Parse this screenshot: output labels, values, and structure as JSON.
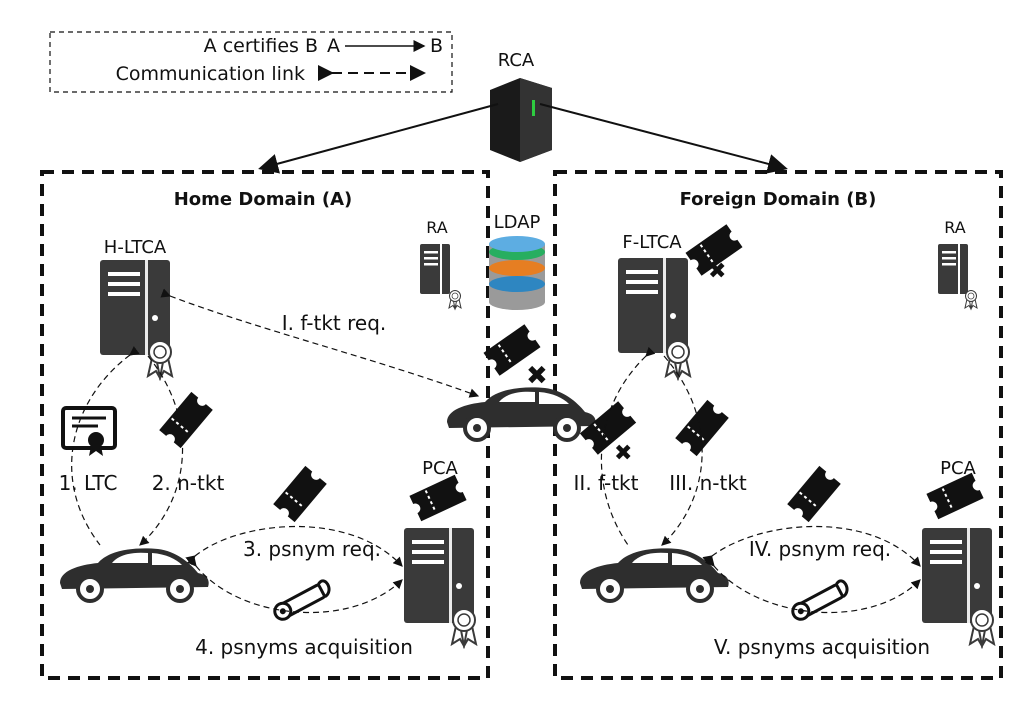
{
  "legend": {
    "certifies_text": "A certifies B",
    "certifies_a": "A",
    "certifies_b": "B",
    "link_text": "Communication link"
  },
  "rca": {
    "label": "RCA"
  },
  "home": {
    "title": "Home Domain (A)",
    "ltca": "H-LTCA",
    "ra": "RA",
    "pca": "PCA",
    "step1": "1. LTC",
    "step2": "2. n-tkt",
    "step3": "3. psnym req.",
    "step4": "4. psnyms acquisition"
  },
  "ldap": {
    "label": "LDAP"
  },
  "roaming": {
    "ftkt_req": "I. f-tkt req."
  },
  "foreign": {
    "title": "Foreign Domain (B)",
    "ltca": "F-LTCA",
    "ra": "RA",
    "pca": "PCA",
    "step2": "II. f-tkt",
    "step3": "III. n-tkt",
    "step4": "IV. psnym req.",
    "step5": "V. psnyms acquisition"
  },
  "colors": {
    "ink": "#111111",
    "device": "#3a3a3a",
    "accent": "#2ecc40"
  },
  "icons": [
    "server-icon",
    "database-icon",
    "car-icon",
    "ticket-icon",
    "certificate-icon",
    "scroll-icon",
    "badge-icon"
  ]
}
